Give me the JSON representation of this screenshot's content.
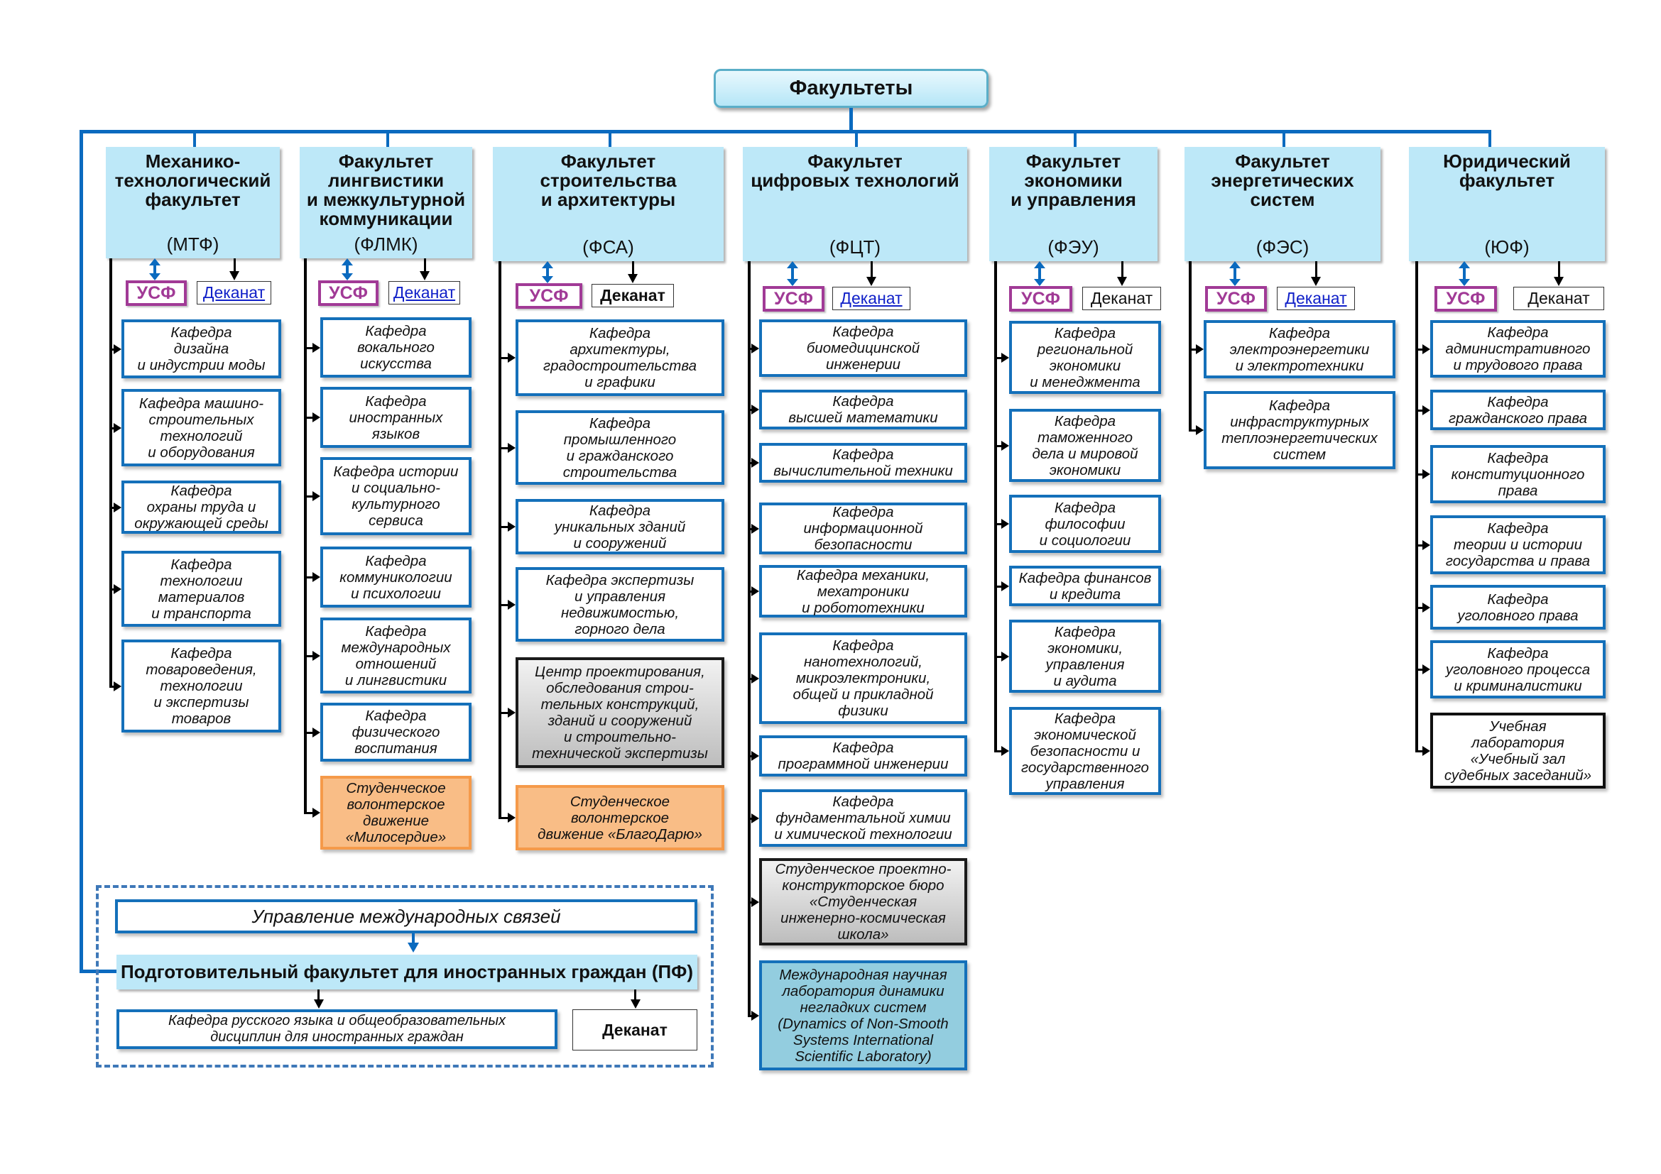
{
  "title": "Факультеты",
  "labels": {
    "usf": "УСФ",
    "dekanat": "Деканат"
  },
  "colors": {
    "connector": "#0a6abf",
    "faculty_fill": "#bde8f8",
    "department_border": "#1470ba",
    "usf": "#a13a96",
    "volunteer_fill": "#f9bd86",
    "lab_fill": "#93cddf"
  },
  "faculties": [
    {
      "name": "Механико-\nтехнологический\nфакультет",
      "abbr": "(МТФ)",
      "dekanat_style": "link",
      "departments": [
        {
          "text": "Кафедра\nдизайна\nи индустрии моды",
          "type": "department"
        },
        {
          "text": "Кафедра машино-\nстроительных\nтехнологий\nи оборудования",
          "type": "department"
        },
        {
          "text": "Кафедра\nохраны труда и\nокружающей среды",
          "type": "department"
        },
        {
          "text": "Кафедра\nтехнологии\nматериалов\nи транспорта",
          "type": "department"
        },
        {
          "text": "Кафедра\nтовароведения,\nтехнологии\nи экспертизы\nтоваров",
          "type": "department"
        }
      ]
    },
    {
      "name": "Факультет\nлингвистики\nи межкультурной\nкоммуникации",
      "abbr": "(ФЛМК)",
      "dekanat_style": "link",
      "departments": [
        {
          "text": "Кафедра\nвокального\nискусства",
          "type": "department"
        },
        {
          "text": "Кафедра\nиностранных\nязыков",
          "type": "department"
        },
        {
          "text": "Кафедра истории\nи социально-\nкультурного\nсервиса",
          "type": "department"
        },
        {
          "text": "Кафедра\nкоммуникологии\nи психологии",
          "type": "department"
        },
        {
          "text": "Кафедра\nмеждународных\nотношений\nи лингвистики",
          "type": "department"
        },
        {
          "text": "Кафедра\nфизического\nвоспитания",
          "type": "department"
        },
        {
          "text": "Студенческое\nволонтерское\nдвижение\n«Милосердие»",
          "type": "volunteer"
        }
      ]
    },
    {
      "name": "Факультет\nстроительства\nи архитектуры",
      "abbr": "(ФСА)",
      "dekanat_style": "bold",
      "departments": [
        {
          "text": "Кафедра\nархитектуры,\nградостроительства\nи графики",
          "type": "department"
        },
        {
          "text": "Кафедра\nпромышленного\nи гражданского\nстроительства",
          "type": "department"
        },
        {
          "text": "Кафедра\nуникальных зданий\nи сооружений",
          "type": "department"
        },
        {
          "text": "Кафедра экспертизы\nи управления\nнедвижимостью,\nгорного дела",
          "type": "department"
        },
        {
          "text": "Центр проектирования,\nобследования строи-\nтельных конструкций,\nзданий и сооружений\nи строительно-\nтехнической экспертизы",
          "type": "center"
        },
        {
          "text": "Студенческое\nволонтерское\nдвижение «БлагоДарю»",
          "type": "volunteer"
        }
      ]
    },
    {
      "name": "Факультет\nцифровых технологий",
      "abbr": "(ФЦТ)",
      "dekanat_style": "link",
      "departments": [
        {
          "text": "Кафедра\nбиомедицинской\nинженерии",
          "type": "department"
        },
        {
          "text": "Кафедра\nвысшей математики",
          "type": "department"
        },
        {
          "text": "Кафедра\nвычислительной техники",
          "type": "department"
        },
        {
          "text": "Кафедра\nинформационной\nбезопасности",
          "type": "department"
        },
        {
          "text": "Кафедра механики,\nмехатроники\nи робототехники",
          "type": "department"
        },
        {
          "text": "Кафедра\nнанотехнологий,\nмикроэлектроники,\nобщей и прикладной\nфизики",
          "type": "department"
        },
        {
          "text": "Кафедра\nпрограммной инженерии",
          "type": "department"
        },
        {
          "text": "Кафедра\nфундаментальной химии\nи химической технологии",
          "type": "department"
        },
        {
          "text": "Студенческое проектно-\nконструкторское бюро\n«Студенческая\nинженерно-космическая\nшкола»",
          "type": "center"
        },
        {
          "text": "Международная научная\nлаборатория динамики\nнегладких систем\n(Dynamics of Non-Smooth\nSystems International\nScientific Laboratory)",
          "type": "lab"
        }
      ]
    },
    {
      "name": "Факультет\nэкономики\nи управления",
      "abbr": "(ФЭУ)",
      "dekanat_style": "plain",
      "departments": [
        {
          "text": "Кафедра\nрегиональной\nэкономики\nи менеджмента",
          "type": "department"
        },
        {
          "text": "Кафедра\nтаможенного\nдела и мировой\nэкономики",
          "type": "department"
        },
        {
          "text": "Кафедра\nфилософии\nи социологии",
          "type": "department"
        },
        {
          "text": "Кафедра финансов\nи кредита",
          "type": "department"
        },
        {
          "text": "Кафедра\nэкономики,\nуправления\nи аудита",
          "type": "department"
        },
        {
          "text": "Кафедра\nэкономической\nбезопасности и\nгосударственного\nуправления",
          "type": "department"
        }
      ]
    },
    {
      "name": "Факультет\nэнергетических\nсистем",
      "abbr": "(ФЭС)",
      "dekanat_style": "link",
      "departments": [
        {
          "text": "Кафедра\nэлектроэнергетики\nи электротехники",
          "type": "department"
        },
        {
          "text": "Кафедра\nинфраструктурных\nтеплоэнергетических\nсистем",
          "type": "department"
        }
      ]
    },
    {
      "name": "Юридический\nфакультет",
      "abbr": "(ЮФ)",
      "dekanat_style": "plain",
      "departments": [
        {
          "text": "Кафедра\nадминистративного\nи трудового права",
          "type": "department"
        },
        {
          "text": "Кафедра\nгражданского права",
          "type": "department"
        },
        {
          "text": "Кафедра\nконституционного\nправа",
          "type": "department"
        },
        {
          "text": "Кафедра\nтеории и истории\nгосударства и права",
          "type": "department"
        },
        {
          "text": "Кафедра\nуголовного права",
          "type": "department"
        },
        {
          "text": "Кафедра\nуголовного процесса\nи криминалистики",
          "type": "department"
        },
        {
          "text": "Учебная\nлаборатория\n«Учебный зал\nсудебных заседаний»",
          "type": "training-lab"
        }
      ]
    }
  ],
  "preparatory": {
    "international_office": "Управление международных связей",
    "faculty": "Подготовительный факультет для иностранных граждан (ПФ)",
    "department": "Кафедра русского языка и общеобразовательных\nдисциплин для иностранных граждан",
    "dekanat": "Деканат"
  }
}
